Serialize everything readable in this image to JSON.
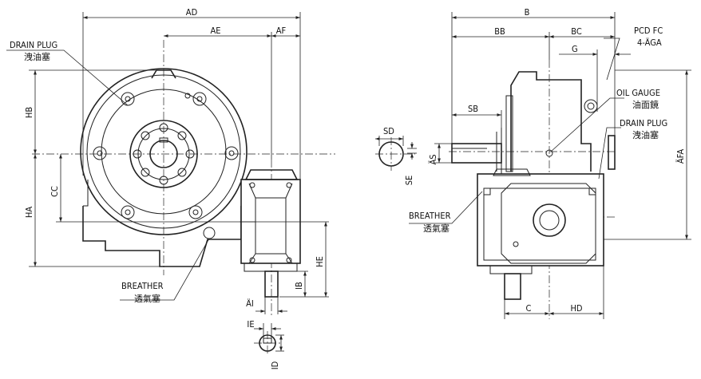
{
  "front_view": {
    "dims": {
      "ad": "AD",
      "ae": "AE",
      "af": "AF",
      "hb": "HB",
      "ha": "HA",
      "cc": "CC",
      "he": "HE",
      "ib": "IB",
      "ai": "ÄI",
      "ie": "IE",
      "id": "ID"
    },
    "drain_plug": {
      "en": "DRAIN PLUG",
      "zh": "洩油塞"
    },
    "breather": {
      "en": "BREATHER",
      "zh": "透氣塞"
    }
  },
  "side_view": {
    "dims": {
      "b": "B",
      "bb": "BB",
      "bc": "BC",
      "g": "G",
      "sb": "SB",
      "sd": "SD",
      "as": "ÄS",
      "se": "SE",
      "afa": "ÄFA",
      "c": "C",
      "hd": "HD"
    },
    "pcd": {
      "line1": "PCD FC",
      "line2": "4-ÄGA"
    },
    "oil_gauge": {
      "en": "OIL GAUGE",
      "zh": "油面鏡"
    },
    "drain_plug": {
      "en": "DRAIN PLUG",
      "zh": "洩油塞"
    },
    "breather": {
      "en": "BREATHER",
      "zh": "透氣塞"
    }
  }
}
